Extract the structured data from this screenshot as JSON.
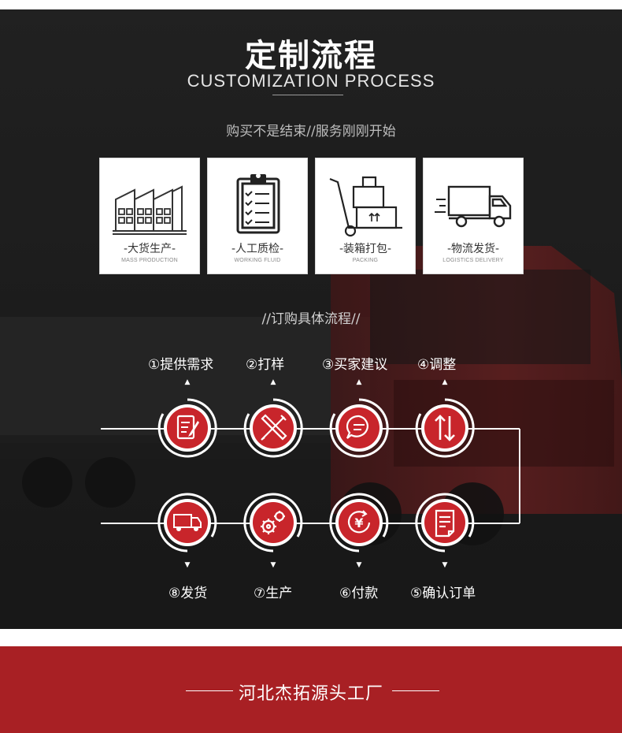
{
  "header": {
    "title_cn": "定制流程",
    "title_en": "CUSTOMIZATION PROCESS",
    "subtitle": "购买不是结束//服务刚刚开始"
  },
  "services": [
    {
      "title": "-大货生产-",
      "sub": "MASS PRODUCTION",
      "icon": "factory-icon"
    },
    {
      "title": "-人工质检-",
      "sub": "WORKING FLUID",
      "icon": "clipboard-icon"
    },
    {
      "title": "-装箱打包-",
      "sub": "PACKING",
      "icon": "hand-truck-icon"
    },
    {
      "title": "-物流发货-",
      "sub": "LOGISTICS DELIVERY",
      "icon": "truck-icon"
    }
  ],
  "process": {
    "heading": "//订购具体流程//",
    "top_steps": [
      {
        "label": "①提供需求",
        "icon": "edit-document-icon"
      },
      {
        "label": "②打样",
        "icon": "pencil-ruler-icon"
      },
      {
        "label": "③买家建议",
        "icon": "chat-bubble-icon"
      },
      {
        "label": "④调整",
        "icon": "up-down-arrows-icon"
      }
    ],
    "bottom_steps": [
      {
        "label": "⑧发货",
        "icon": "delivery-truck-icon"
      },
      {
        "label": "⑦生产",
        "icon": "gears-icon"
      },
      {
        "label": "⑥付款",
        "icon": "yen-payment-icon"
      },
      {
        "label": "⑤确认订单",
        "icon": "order-document-icon"
      }
    ]
  },
  "footer": {
    "text": "河北杰拓源头工厂"
  },
  "colors": {
    "accent_red": "#c8252b",
    "footer_red": "#a82024",
    "dark_bg": "#2a2a2a"
  }
}
